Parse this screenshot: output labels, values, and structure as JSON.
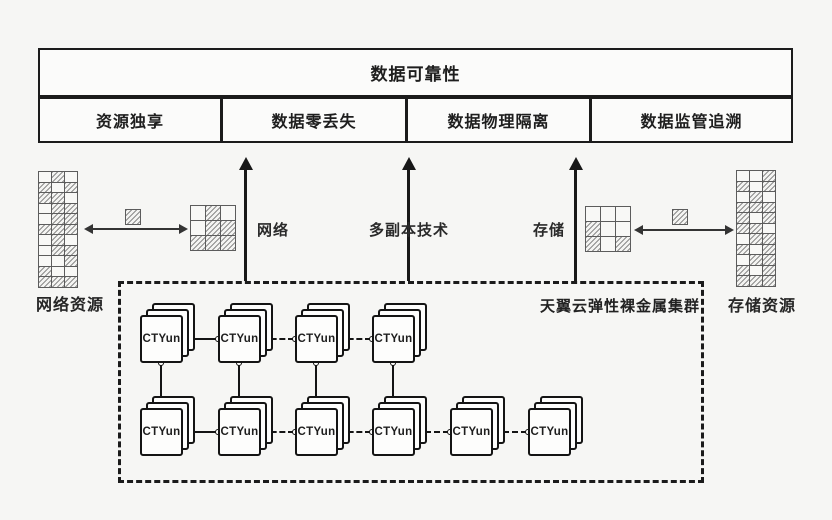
{
  "colors": {
    "background": "#f6f6f4",
    "line": "#1b1b1b",
    "box_fill": "#fbfbfa",
    "hatch": "#8d8d8d"
  },
  "header": {
    "title": "数据可靠性"
  },
  "features": {
    "cell1": "资源独享",
    "cell2": "数据零丢失",
    "cell3": "数据物理隔离",
    "cell4": "数据监管追溯"
  },
  "arrows": {
    "network_label": "网络",
    "replica_label": "多副本技术",
    "storage_label": "存储"
  },
  "left_resource": {
    "label": "网络资源",
    "tall_grid": [
      "010",
      "101",
      "110",
      "011",
      "011",
      "111",
      "010",
      "011",
      "001",
      "100",
      "111"
    ],
    "small_grid": [
      "010",
      "011",
      "111"
    ]
  },
  "right_resource": {
    "label": "存储资源",
    "tall_grid": [
      "001",
      "101",
      "010",
      "111",
      "101",
      "110",
      "011",
      "101",
      "011",
      "101",
      "111"
    ],
    "small_grid": [
      "000",
      "100",
      "101"
    ]
  },
  "cluster": {
    "label": "天翼云弹性裸金属集群",
    "node_label": "CTYun",
    "top_row_count": 4,
    "bottom_row_count": 6
  }
}
